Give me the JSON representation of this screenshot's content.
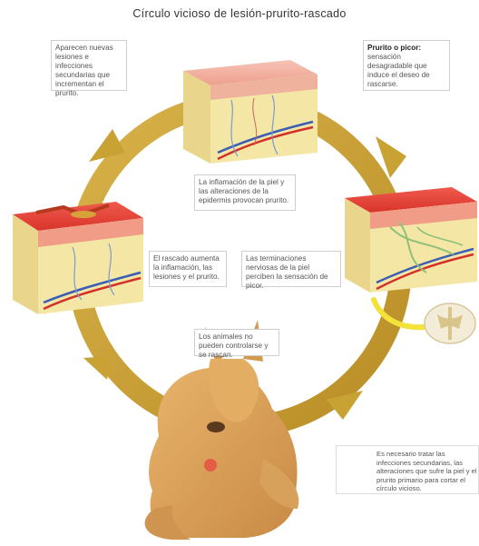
{
  "title": "Círculo vicioso de lesión-prurito-rascado",
  "labels": {
    "new_lesions": "Aparecen nuevas lesiones e infecciones secundarias que incrementan el prurito.",
    "pruritus_heading": "Prurito o picor:",
    "pruritus_body": "sensación desagradable que induce el deseo de rascarse.",
    "inflammation": "La inflamación de la piel y las alteraciones de la epidermis provocan prurito.",
    "scratching": "El rascado aumenta la inflamación, las lesiones y el prurito.",
    "nerve_endings": "Las terminaciones nerviosas de la piel perciben la sensación de picor.",
    "animals": "Los animales no pueden controlarse y se rascan.",
    "treatment_note": "Es necesario tratar las infecciones secundarias, las alteraciones que sufre la piel y el prurito primario para cortar el círculo vicioso."
  },
  "icons": {
    "stop_hand": "hand-stop-icon"
  },
  "colors": {
    "cycle_arrow": "#c9a234",
    "skin_dermis": "#f4e7a6",
    "epidermis": "#f0b3a0",
    "inflamed": "#e8453c",
    "stop_sign": "#d81f2e",
    "dog": "#d9a05b"
  }
}
